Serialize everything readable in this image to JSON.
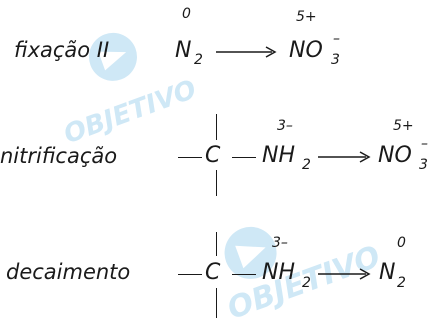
{
  "watermark": {
    "text": "OBJETIVO",
    "color": "#bfe0f3"
  },
  "reactions": [
    {
      "label": "fixação II",
      "reactant": {
        "symbol": "N",
        "subscript": "2",
        "oxidation": "0"
      },
      "product": {
        "symbol": "NO",
        "subscript": "3",
        "superscript": "–",
        "oxidation": "5+"
      }
    },
    {
      "label": "nitrificação",
      "reactant": {
        "carbon": "C",
        "dash": "—",
        "symbol": "NH",
        "subscript": "2",
        "oxidation": "3–"
      },
      "product": {
        "symbol": "NO",
        "subscript": "3",
        "superscript": "–",
        "oxidation": "5+"
      }
    },
    {
      "label": "decaimento",
      "reactant": {
        "carbon": "C",
        "dash": "—",
        "symbol": "NH",
        "subscript": "2",
        "oxidation": "3–"
      },
      "product": {
        "symbol": "N",
        "subscript": "2",
        "oxidation": "0"
      }
    }
  ]
}
